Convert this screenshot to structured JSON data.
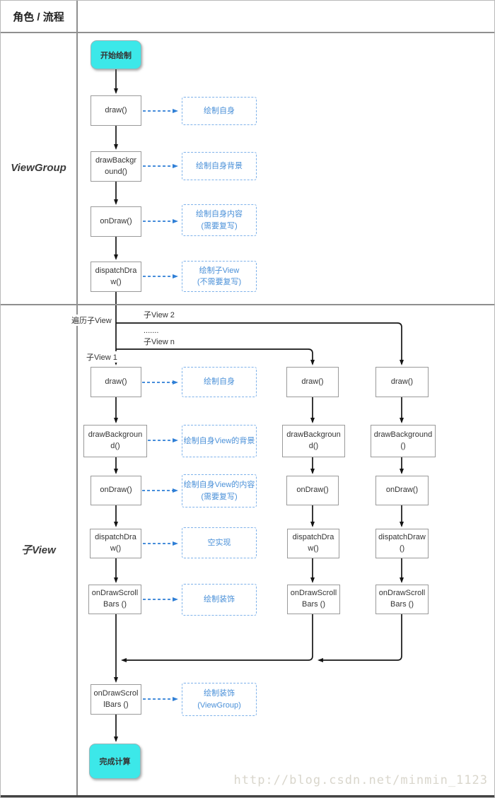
{
  "header": {
    "title": "角色 / 流程"
  },
  "lanes": {
    "viewgroup": "ViewGroup",
    "subview": "子View"
  },
  "viewgroup": {
    "start": "开始绘制",
    "nodes": [
      {
        "label": "draw()"
      },
      {
        "label": "drawBackground()"
      },
      {
        "label": "onDraw()"
      },
      {
        "label": "dispatchDraw()"
      }
    ],
    "annotations": [
      {
        "line1": "绘制自身",
        "line2": ""
      },
      {
        "line1": "绘制自身背景",
        "line2": ""
      },
      {
        "line1": "绘制自身内容",
        "line2": "(需要复写)"
      },
      {
        "line1": "绘制子View",
        "line2": "(不需要复写)"
      }
    ]
  },
  "branch": {
    "iterate": "遍历子View",
    "child2": "子View 2",
    "dots": ".......",
    "childn": "子View n",
    "child1": "子View 1"
  },
  "subview": {
    "col1": [
      "draw()",
      "drawBackground()",
      "onDraw()",
      "dispatchDraw()",
      "onDrawScrollBars ()"
    ],
    "col2": [
      "draw()",
      "drawBackground()",
      "onDraw()",
      "dispatchDraw()",
      "onDrawScrollBars ()"
    ],
    "col3": [
      "draw()",
      "drawBackground()",
      "onDraw()",
      "dispatchDraw()",
      "onDrawScrollBars ()"
    ],
    "annotations": [
      {
        "line1": "绘制自身",
        "line2": ""
      },
      {
        "line1": "绘制自身View的背景",
        "line2": ""
      },
      {
        "line1": "绘制自身View的内容",
        "line2": "(需要复写)"
      },
      {
        "line1": "空实现",
        "line2": ""
      },
      {
        "line1": "绘制装饰",
        "line2": ""
      }
    ],
    "final_node": "onDrawScrollBars ()",
    "final_annotation": {
      "line1": "绘制装饰",
      "line2": "(ViewGroup)"
    },
    "end": "完成计算"
  },
  "watermark": "http://blog.csdn.net/minmin_1123",
  "colors": {
    "terminal_fill": "#3ce8e9",
    "annotation_blue": "#4a90d8",
    "connector_black": "#151515",
    "lane_line_gray": "#8f8f8f"
  }
}
